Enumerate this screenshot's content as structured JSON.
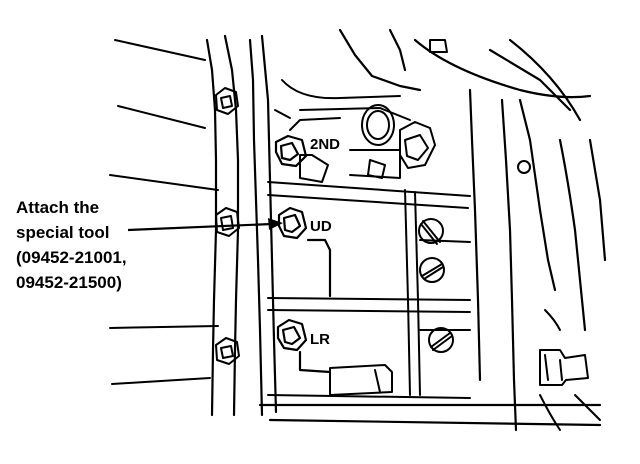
{
  "callout": {
    "lines": [
      "Attach the",
      "special tool",
      "(09452-21001,",
      "09452-21500)"
    ]
  },
  "ports": {
    "second": "2ND",
    "ud": "UD",
    "lr": "LR"
  },
  "icons": [
    "bolt-icon",
    "port-fitting-icon",
    "plug-screw-icon"
  ]
}
